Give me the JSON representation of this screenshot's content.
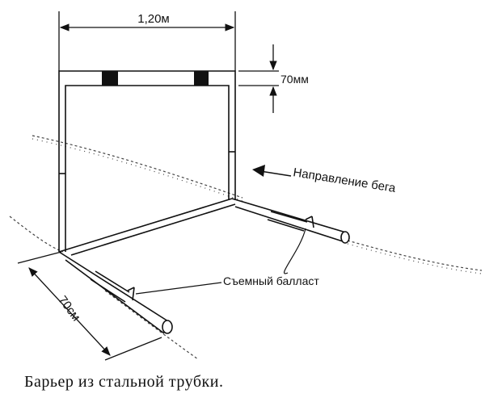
{
  "diagram": {
    "dimensions": {
      "width": "1,20м",
      "bar_height": "70мм",
      "base_depth": "70см"
    },
    "labels": {
      "run_direction": "Направление бега",
      "removable_ballast": "Съемный балласт"
    },
    "caption": "Барьер из стальной трубки."
  }
}
